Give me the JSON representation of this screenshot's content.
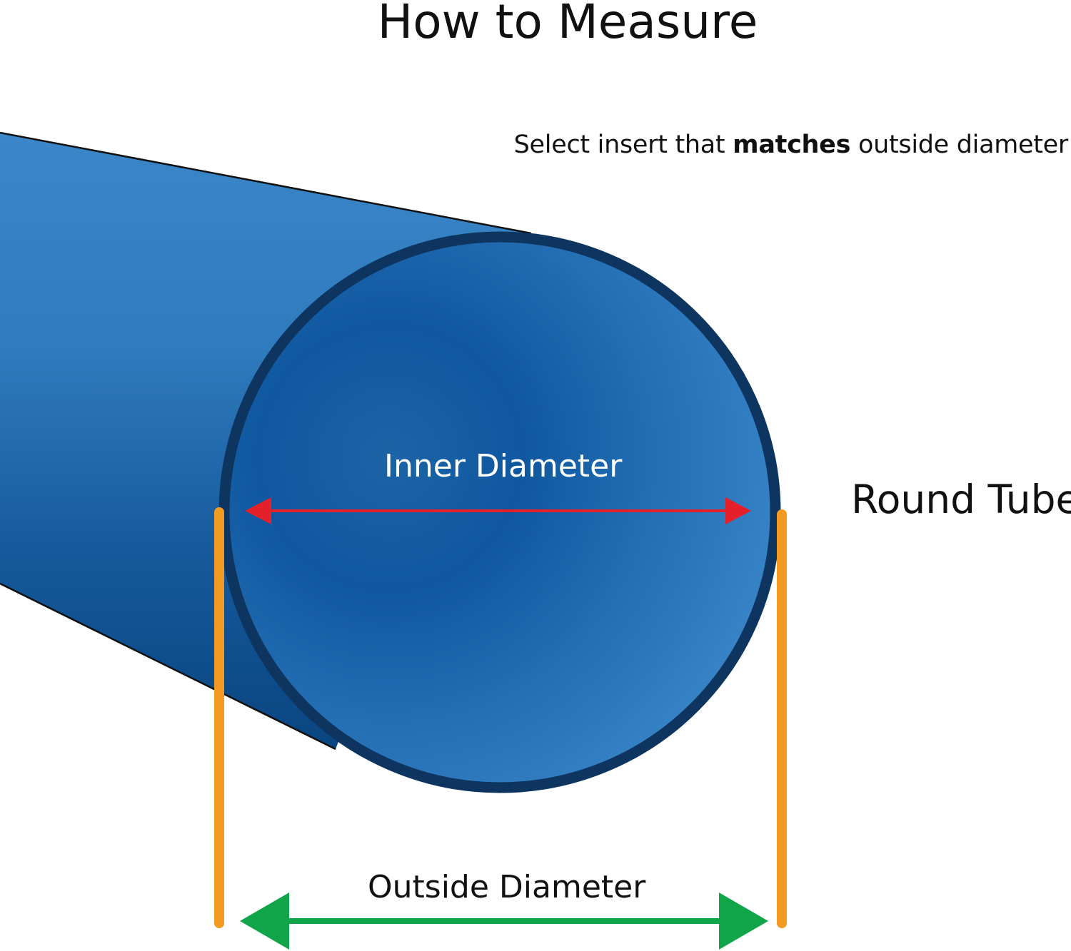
{
  "title": "How to Measure",
  "instruction": {
    "prefix": "Select insert that",
    "emphasis": "matches",
    "suffix": "outside diameter"
  },
  "shape_label": "Round Tube",
  "inner_label": "Inner Diameter",
  "outside_label": "Outside Diameter",
  "colors": {
    "tube_light": "#3a86c8",
    "tube_dark": "#0b4a86",
    "rim": "#0d3560",
    "inner_arrow": "#e4202a",
    "outside_arrow": "#11a54a",
    "measure_lines": "#f39a22"
  }
}
